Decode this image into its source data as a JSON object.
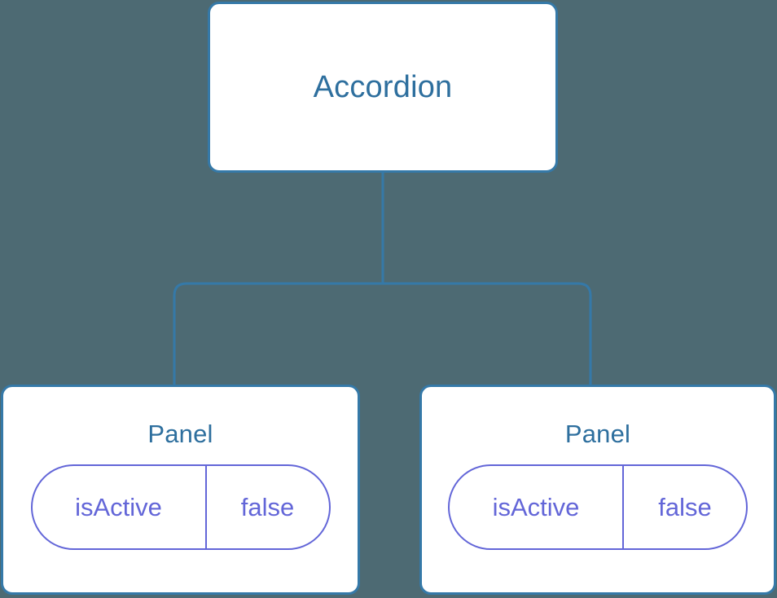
{
  "diagram": {
    "type": "component-tree",
    "background_color": "#4d6a73",
    "node_border_color": "#3579a8",
    "node_title_color": "#2e6f9e",
    "prop_color": "#6366d8",
    "connector_color": "#3579a8",
    "root": {
      "title": "Accordion"
    },
    "children": [
      {
        "title": "Panel",
        "props": [
          {
            "key": "isActive",
            "value": "false"
          }
        ]
      },
      {
        "title": "Panel",
        "props": [
          {
            "key": "isActive",
            "value": "false"
          }
        ]
      }
    ]
  }
}
